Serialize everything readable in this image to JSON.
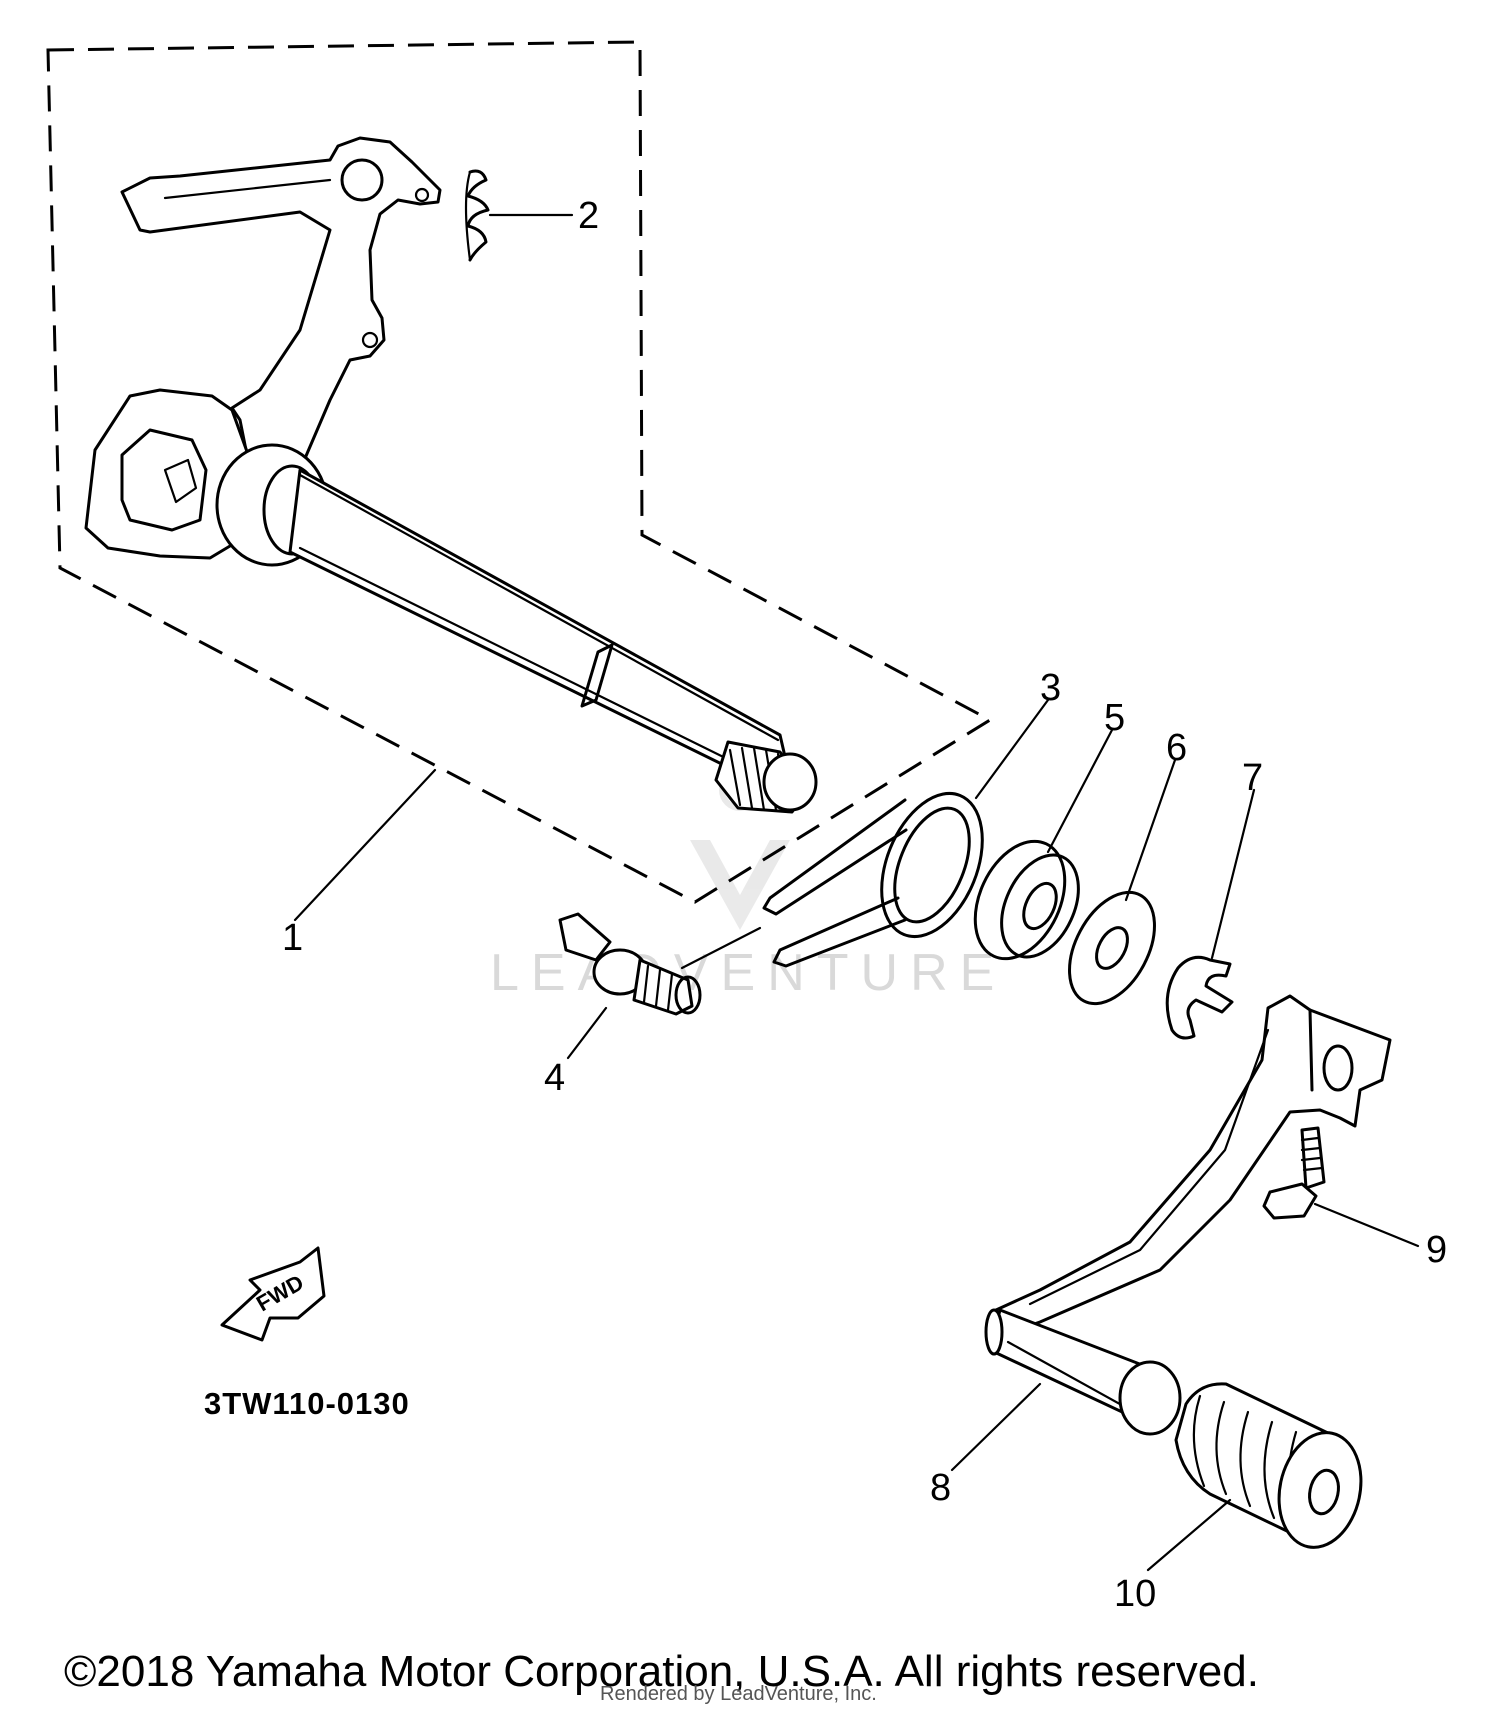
{
  "diagram": {
    "code": "3TW110-0130",
    "fwd_label": "FWD",
    "watermark": "LEADVENTURE",
    "rendered_by": "Rendered by LeadVenture, Inc.",
    "copyright": "©2018 Yamaha Motor Corporation, U.S.A. All rights reserved.",
    "callouts": {
      "c1": "1",
      "c2": "2",
      "c3": "3",
      "c4": "4",
      "c5": "5",
      "c6": "6",
      "c7": "7",
      "c8": "8",
      "c9": "9",
      "c10": "10"
    }
  }
}
